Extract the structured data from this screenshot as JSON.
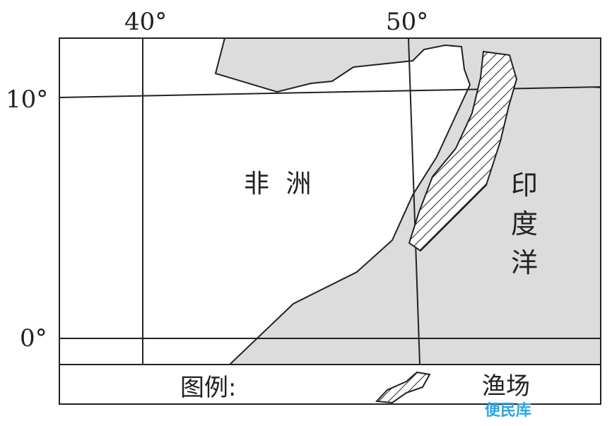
{
  "axis_labels": {
    "lon_40": "40°",
    "lon_50": "50°",
    "lat_10": "10°",
    "lat_0": "0°"
  },
  "regions": {
    "africa": "非 洲",
    "indian_ocean": [
      "印",
      "度",
      "洋"
    ]
  },
  "legend": {
    "title": "图例:",
    "fishery_label": "渔场"
  },
  "watermark": "便民库",
  "colors": {
    "ocean": "#dcdcdc",
    "land": "#ffffff",
    "lines": "#222222",
    "watermark": "#2aa7e0"
  }
}
